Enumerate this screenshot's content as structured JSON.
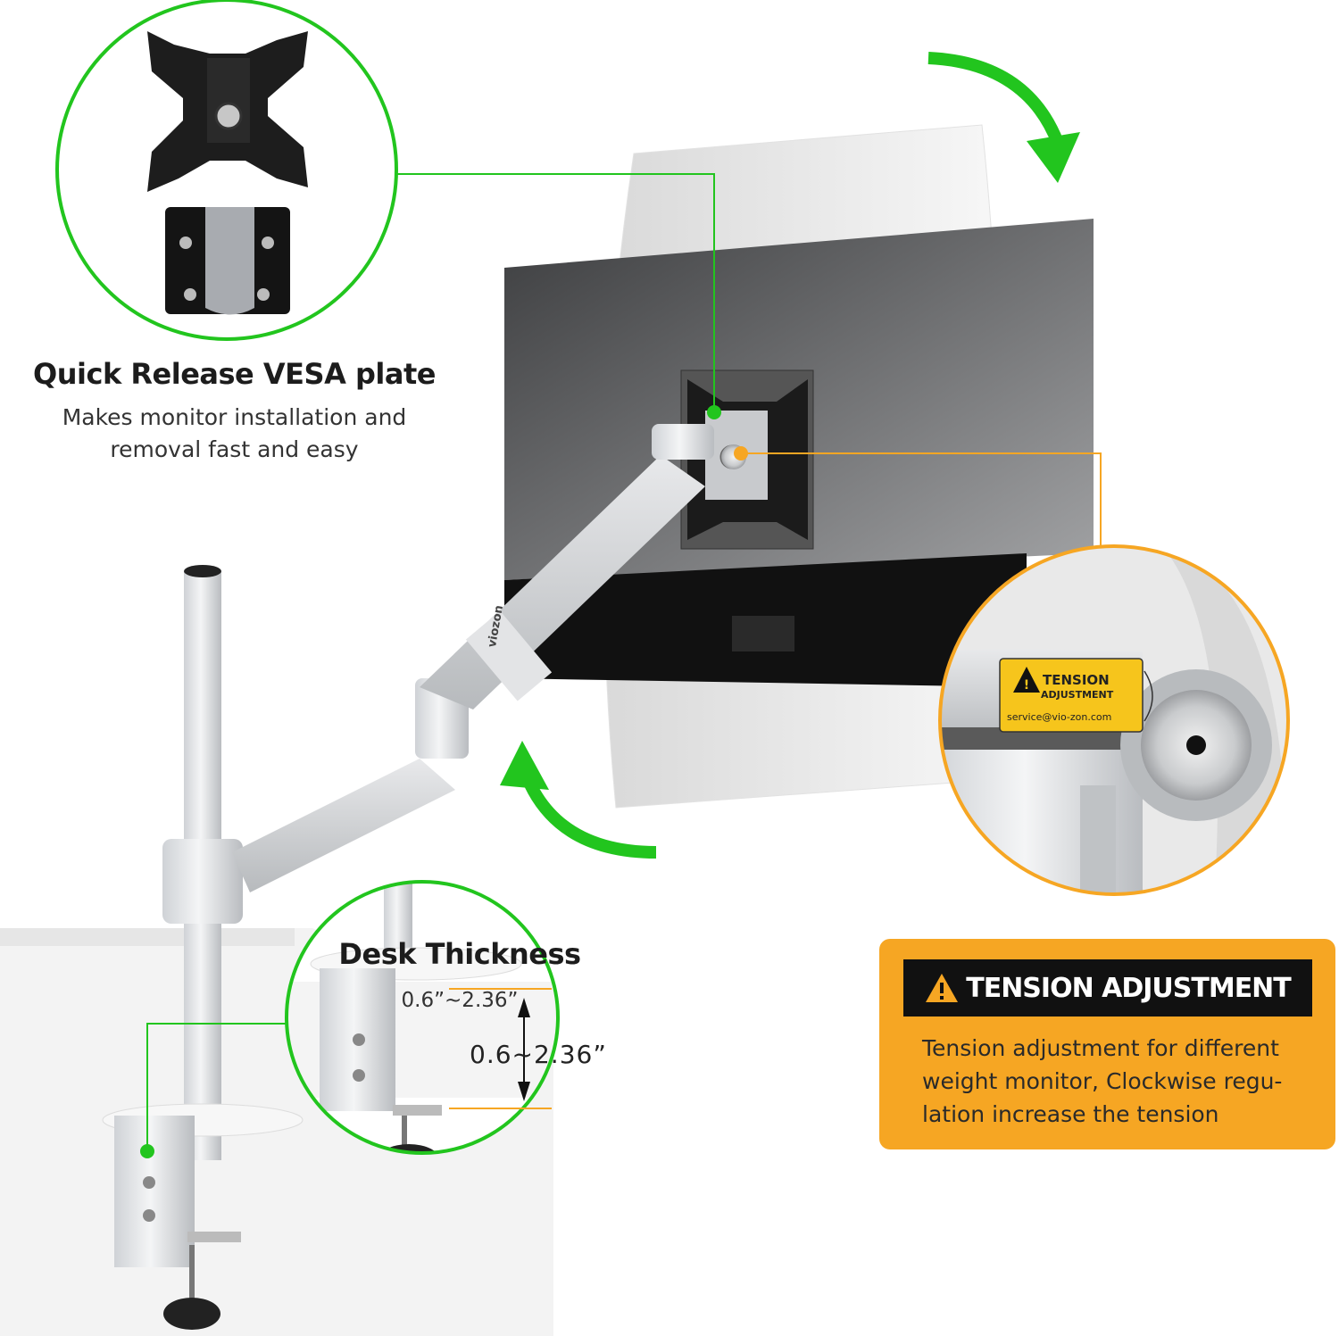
{
  "vesa_feature": {
    "title": "Quick Release VESA plate",
    "description_line1": "Makes monitor installation and",
    "description_line2": "removal fast and easy"
  },
  "desk_feature": {
    "title": "Desk Thickness",
    "range": "0.6”~2.36”"
  },
  "measurement_label": "0.6~2.36”",
  "tension_callout": {
    "header": "TENSION ADJUSTMENT",
    "description_line1": "Tension adjustment for different",
    "description_line2": "weight monitor, Clockwise regu-",
    "description_line3": "lation increase the tension"
  },
  "tension_sticker": {
    "title": "TENSION",
    "subtitle": "ADJUSTMENT",
    "email": "service@vio-zon.com"
  },
  "brand": "viozon",
  "colors": {
    "green_accent": "#22c51e",
    "orange_accent": "#f6a623",
    "header_black": "#111111"
  },
  "icons": [
    "warning-icon",
    "rotate-arrow-icon",
    "dimension-arrow-icon"
  ]
}
